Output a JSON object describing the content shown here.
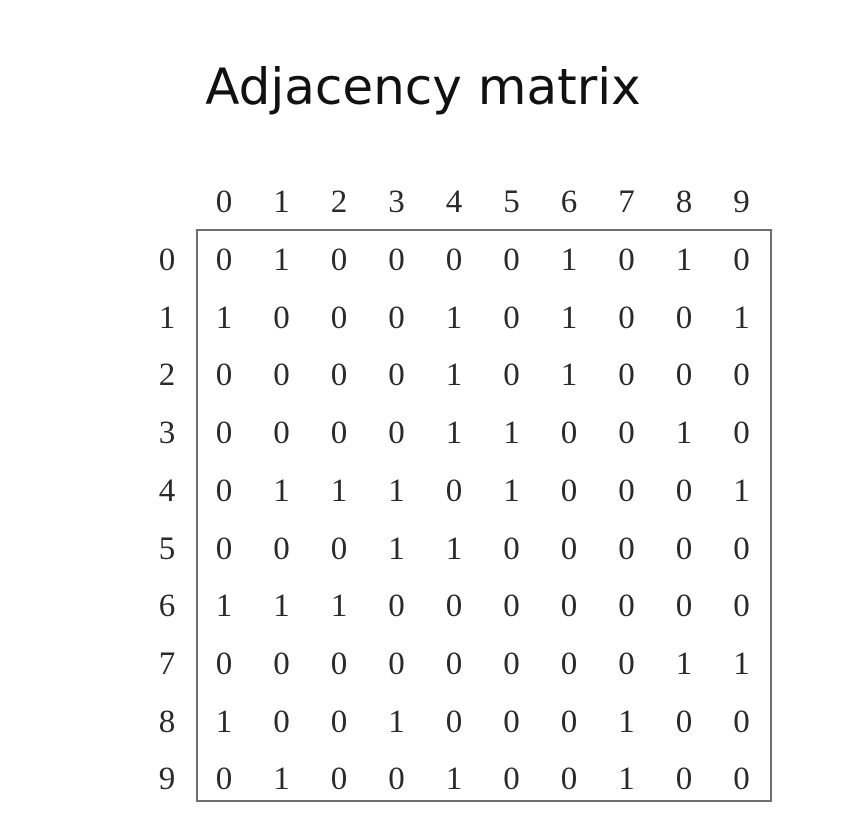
{
  "title": "Adjacency matrix",
  "column_labels": [
    "0",
    "1",
    "2",
    "3",
    "4",
    "5",
    "6",
    "7",
    "8",
    "9"
  ],
  "row_labels": [
    "0",
    "1",
    "2",
    "3",
    "4",
    "5",
    "6",
    "7",
    "8",
    "9"
  ],
  "matrix": [
    [
      "0",
      "1",
      "0",
      "0",
      "0",
      "0",
      "1",
      "0",
      "1",
      "0"
    ],
    [
      "1",
      "0",
      "0",
      "0",
      "1",
      "0",
      "1",
      "0",
      "0",
      "1"
    ],
    [
      "0",
      "0",
      "0",
      "0",
      "1",
      "0",
      "1",
      "0",
      "0",
      "0"
    ],
    [
      "0",
      "0",
      "0",
      "0",
      "1",
      "1",
      "0",
      "0",
      "1",
      "0"
    ],
    [
      "0",
      "1",
      "1",
      "1",
      "0",
      "1",
      "0",
      "0",
      "0",
      "1"
    ],
    [
      "0",
      "0",
      "0",
      "1",
      "1",
      "0",
      "0",
      "0",
      "0",
      "0"
    ],
    [
      "1",
      "1",
      "1",
      "0",
      "0",
      "0",
      "0",
      "0",
      "0",
      "0"
    ],
    [
      "0",
      "0",
      "0",
      "0",
      "0",
      "0",
      "0",
      "0",
      "1",
      "1"
    ],
    [
      "1",
      "0",
      "0",
      "1",
      "0",
      "0",
      "0",
      "1",
      "0",
      "0"
    ],
    [
      "0",
      "1",
      "0",
      "0",
      "1",
      "0",
      "0",
      "1",
      "0",
      "0"
    ]
  ]
}
